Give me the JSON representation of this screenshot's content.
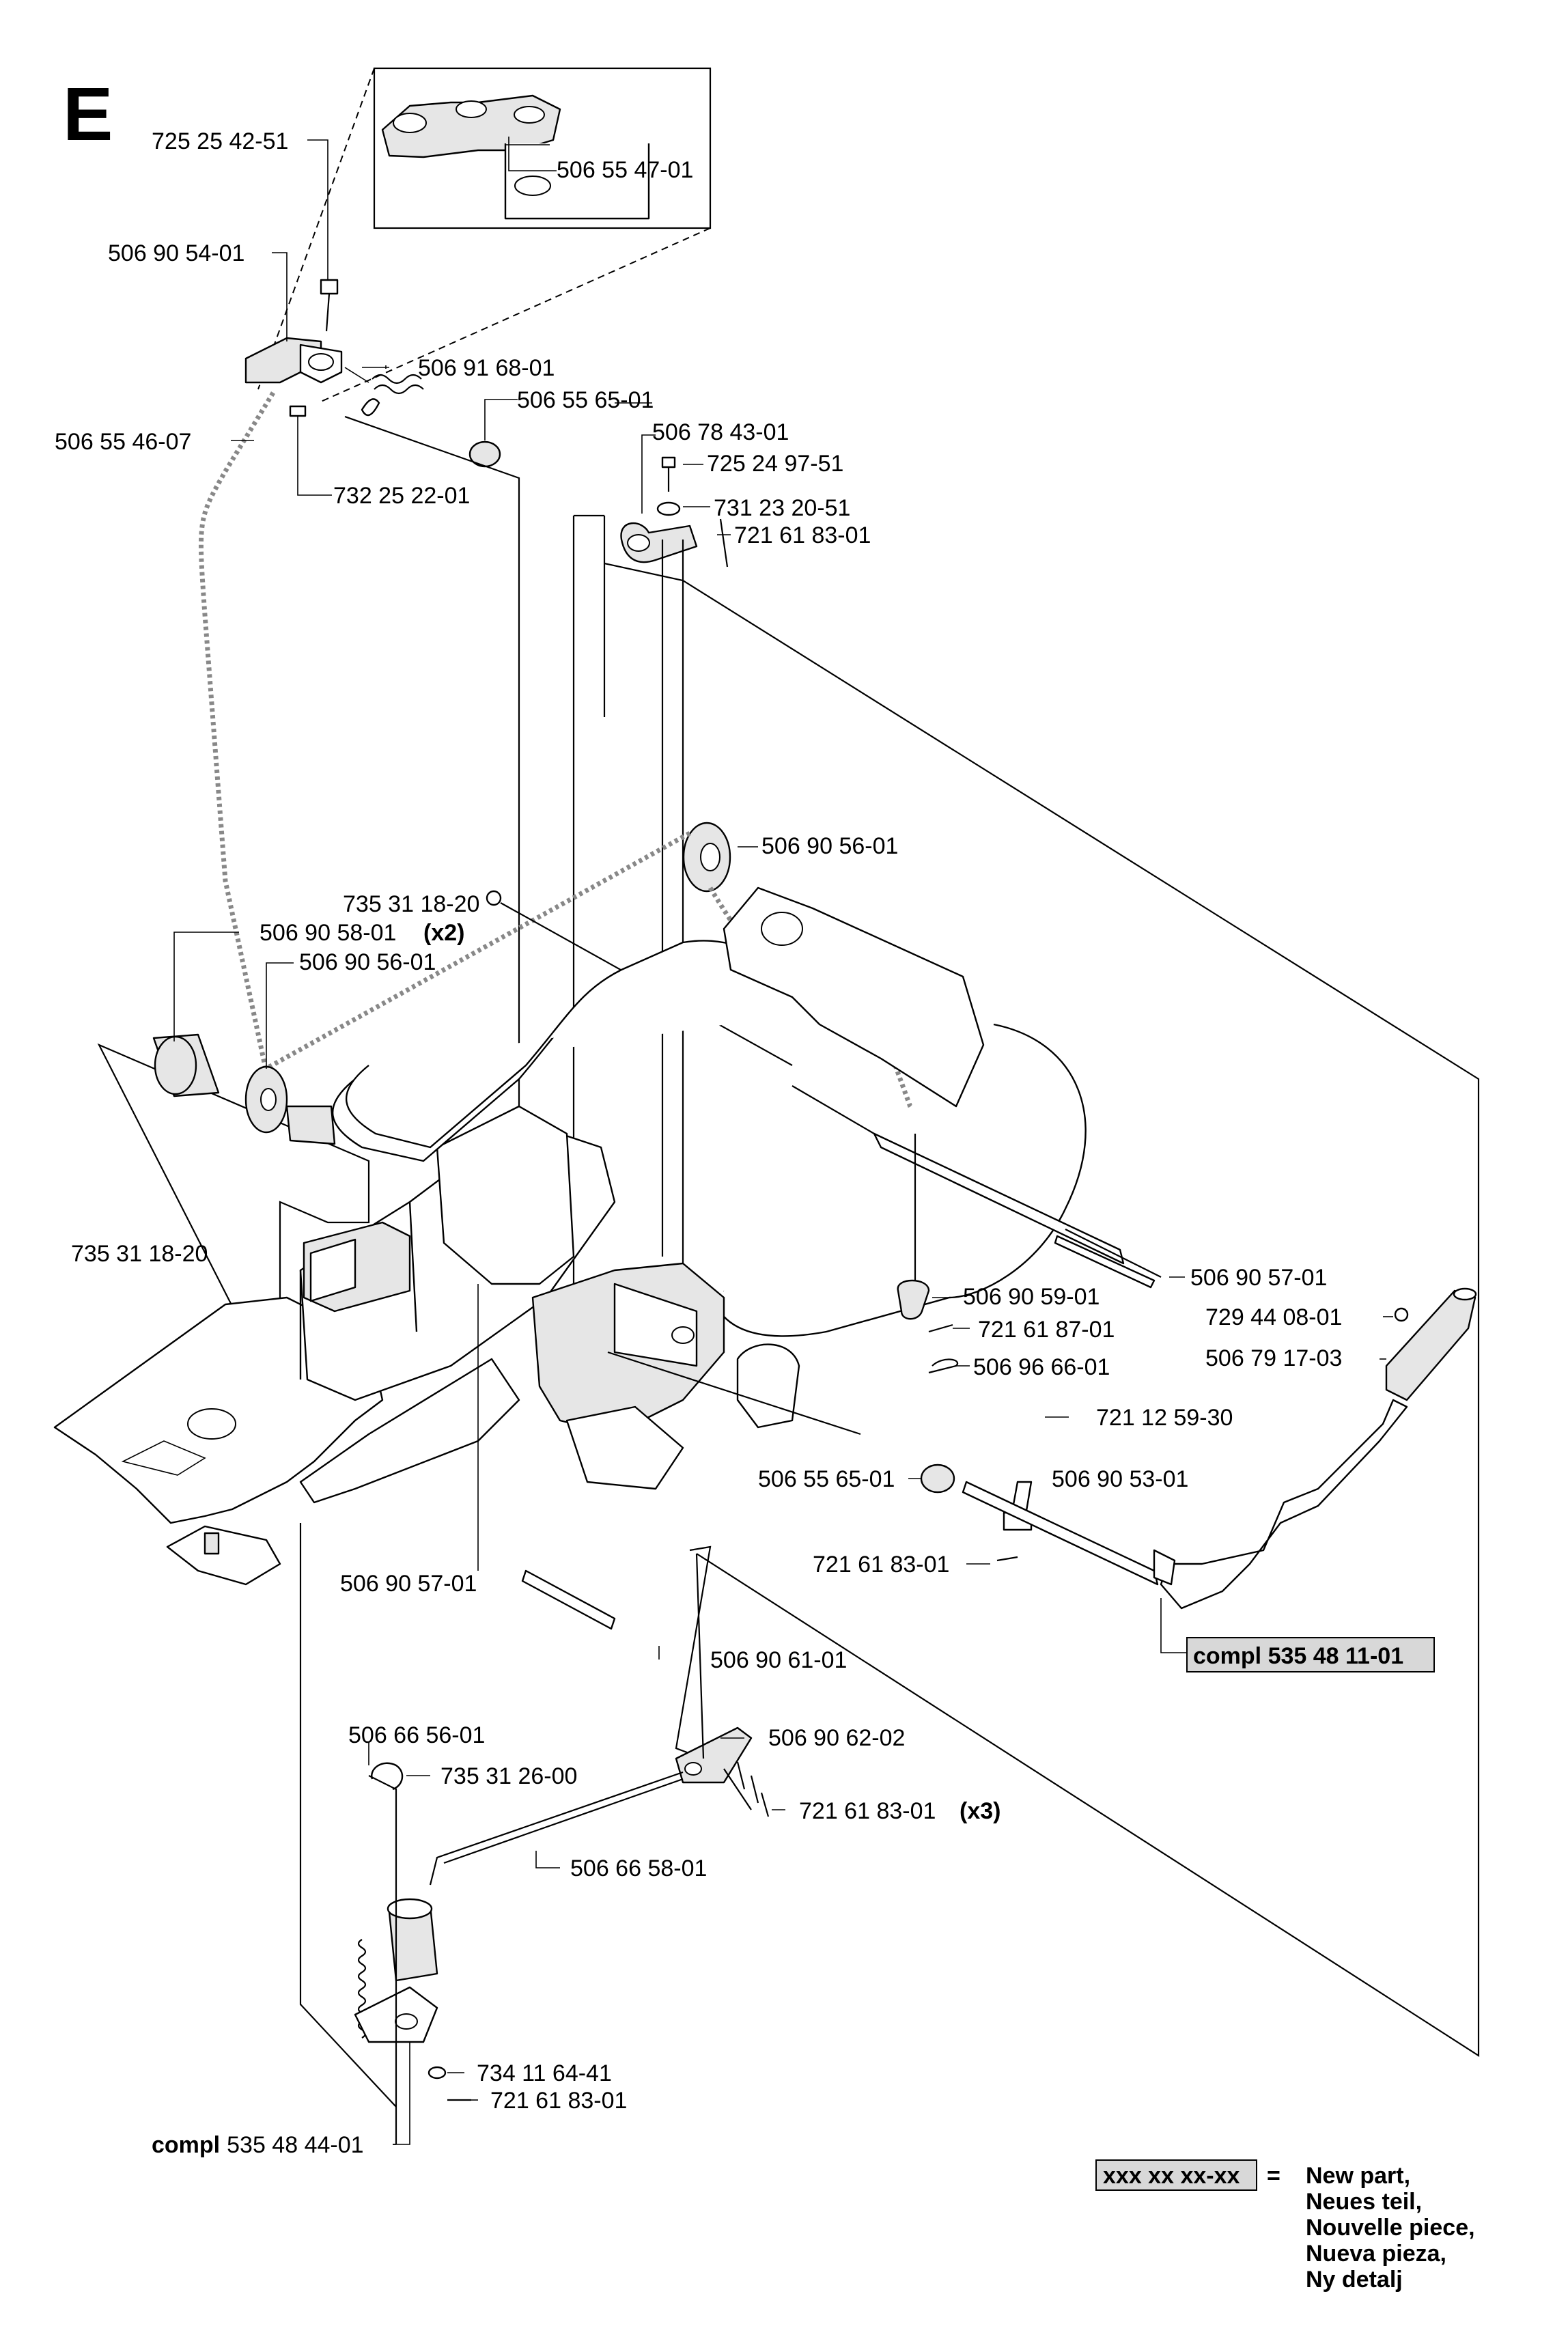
{
  "section": "E",
  "labels": {
    "l1": "725 25 42-51",
    "l2": "506 55 47-01",
    "l3": "506 90 54-01",
    "l4": "506 91 68-01",
    "l5": "506 55 65-01",
    "l6": "506 55 46-07",
    "l7": "732 25 22-01",
    "l8": "506 78 43-01",
    "l9": "725 24 97-51",
    "l10": "731 23 20-51",
    "l11": "721 61 83-01",
    "l12": "506 90 56-01",
    "l13": "735 31 18-20",
    "l14": "506 90 58-01",
    "l14q": "(x2)",
    "l15": "506 90 56-01",
    "l16": "735 31 18-20",
    "l17": "506 90 57-01",
    "l18": "506 90 59-01",
    "l19": "729 44 08-01",
    "l20": "721 61 87-01",
    "l21": "506 79 17-03",
    "l22": "506 96 66-01",
    "l23": "721 12 59-30",
    "l24": "506 55 65-01",
    "l25": "506 90 53-01",
    "l26": "721 61 83-01",
    "l27": "506 90 57-01",
    "l28a": "compl",
    "l28b": "535 48 11-01",
    "l29": "506 90 61-01",
    "l30": "506 66 56-01",
    "l31": "506 90 62-02",
    "l32": "735 31 26-00",
    "l33": "721 61 83-01",
    "l33q": "(x3)",
    "l34": "506 66 58-01",
    "l35": "734 11 64-41",
    "l36": "721 61 83-01",
    "l37a": "compl",
    "l37b": "535 48 44-01"
  },
  "legend": {
    "code": "xxx xx xx-xx",
    "equals": "=",
    "lines": [
      "New part,",
      "Neues teil,",
      "Nouvelle piece,",
      "Nueva pieza,",
      "Ny detalj"
    ]
  }
}
